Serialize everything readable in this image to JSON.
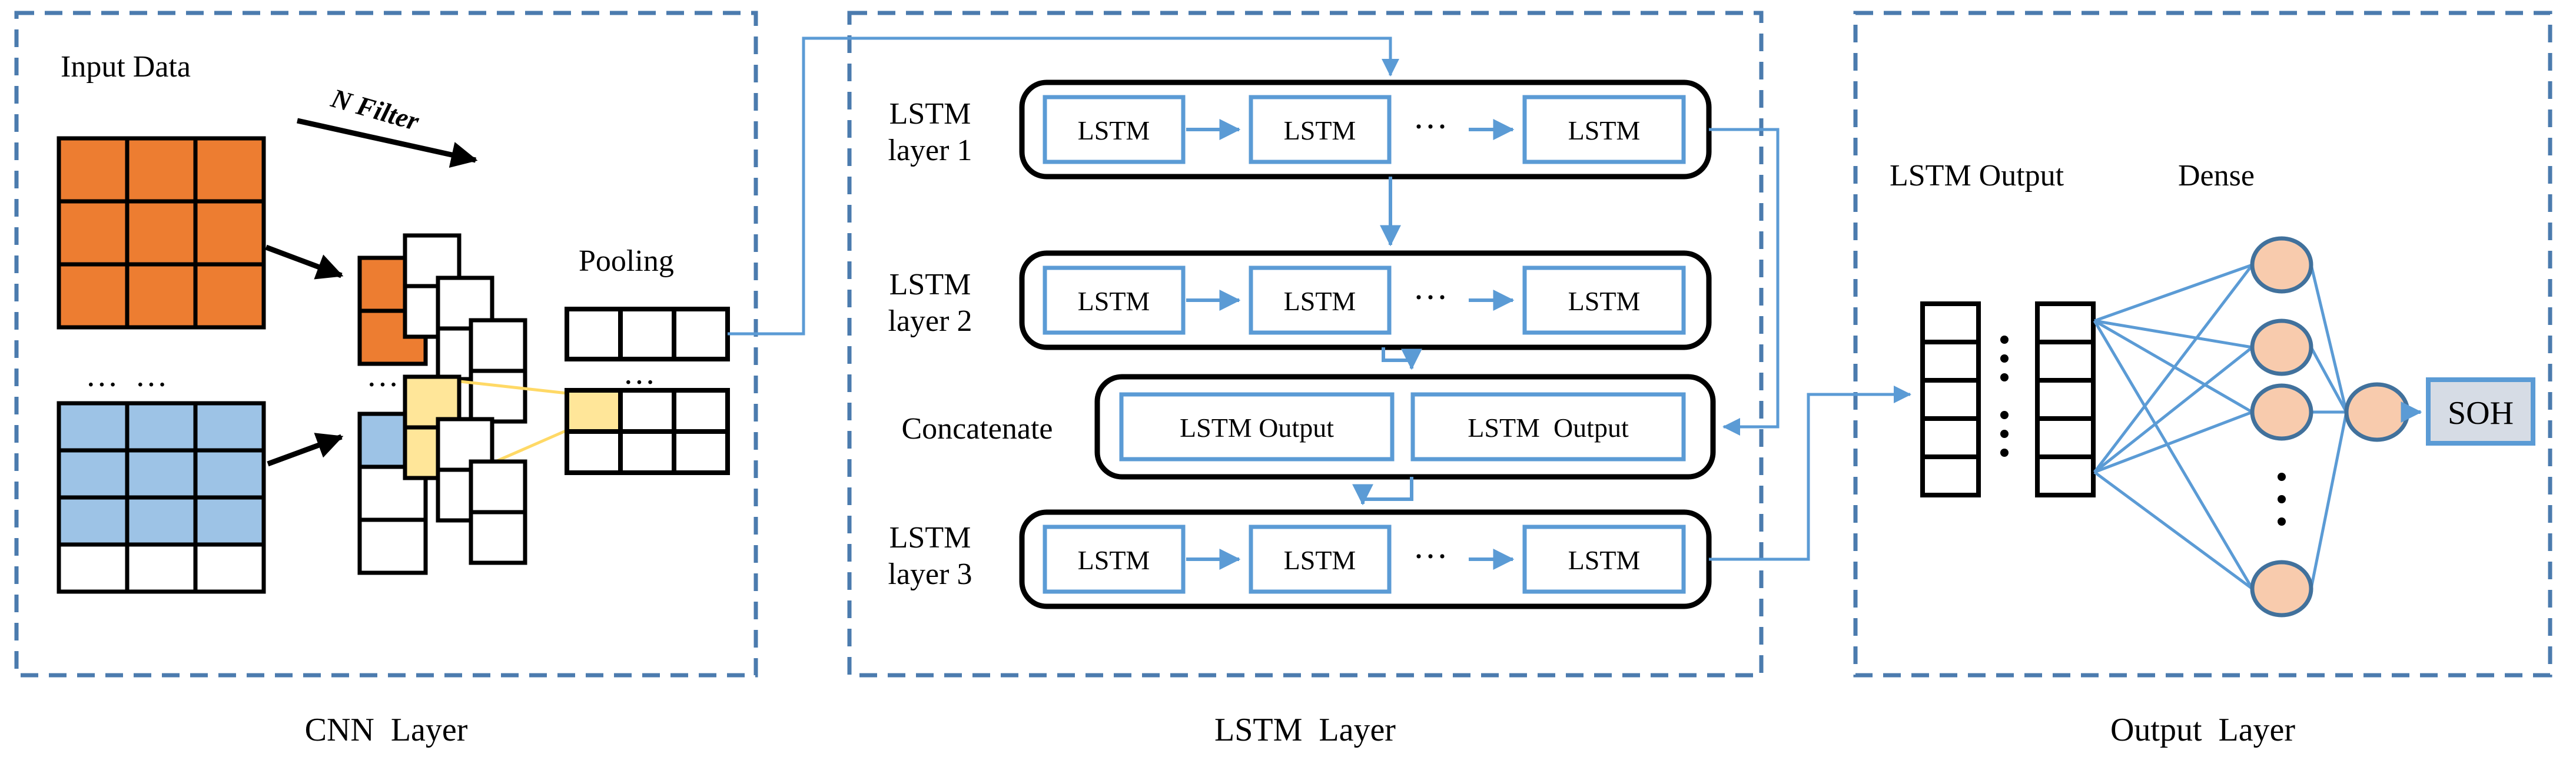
{
  "colors": {
    "panel_border": "#4B7BAE",
    "blue_accent": "#5B9BD5",
    "orange_fill": "#ED7D31",
    "blue_fill": "#9DC3E6",
    "yellow_fill": "#FFE699",
    "yellow_line": "#FFD966",
    "neuron_fill": "#F8CBAD",
    "neuron_border": "#41719C",
    "soh_fill": "#D6DCE5"
  },
  "cnn": {
    "input_label": "Input Data",
    "filter_label": "N Filter",
    "pooling_label": "Pooling",
    "ellipsis": "···",
    "double_ellipsis": "···  ···",
    "caption": "CNN  Layer"
  },
  "lstm": {
    "layers": [
      {
        "line1": "LSTM",
        "line2": "layer 1"
      },
      {
        "line1": "LSTM",
        "line2": "layer 2"
      },
      {
        "line1": "LSTM",
        "line2": "layer 3"
      }
    ],
    "cell_label": "LSTM",
    "ellipsis": "···",
    "concatenate_label": "Concatenate",
    "concat_box1": "LSTM Output",
    "concat_box2": "LSTM  Output",
    "caption": "LSTM  Layer"
  },
  "output": {
    "lstm_output_label": "LSTM Output",
    "dense_label": "Dense",
    "soh_label": "SOH",
    "caption": "Output  Layer"
  }
}
